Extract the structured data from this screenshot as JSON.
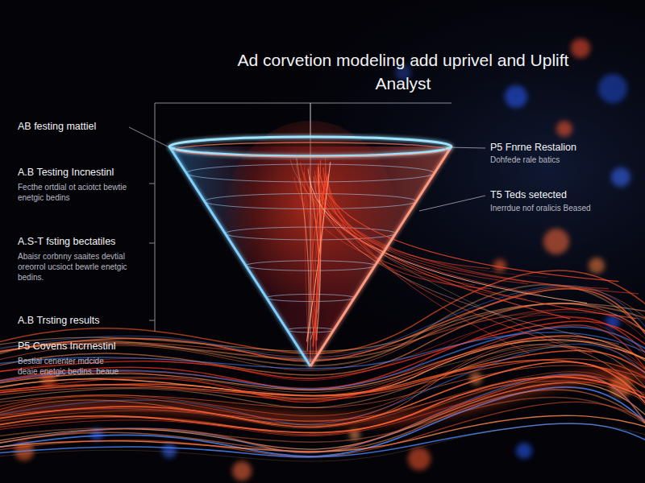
{
  "diagram": {
    "title": "Ad corvetion modeling add uprivel and Uplift Analyst",
    "labels": [
      "AB festing mattiel",
      "A.B Testing Incnestinl",
      "Fecthe ortdial ot aciotct bewtie enetgic bedins",
      "A.S-T fsting bectatiles",
      "Abaisr corbnny saaites devtial oreorrol ucsioct bewrle enetgic bedins.",
      "A.B Trsting results",
      "P5 Covens Incrnestinl",
      "Bestial cenenter mdcide deaie enetgic bedins. beaue",
      "P5 Fnrne Restalion",
      "Dohfede rale batics",
      "T5 Teds setected",
      "Inerrdue nof oralicis Beased"
    ]
  }
}
